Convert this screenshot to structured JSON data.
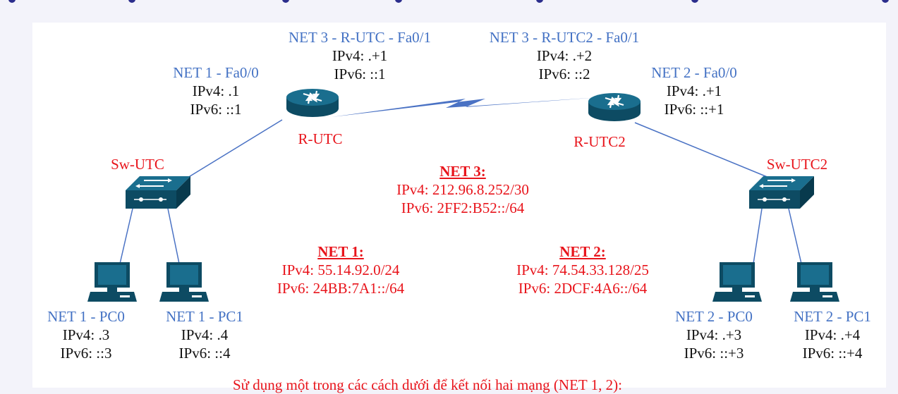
{
  "colors": {
    "label_blue": "#4472c4",
    "device_red": "#e8141b",
    "device_body": "#11546e",
    "link": "#4a72c4"
  },
  "interfaces": {
    "net1_fa00": {
      "title": "NET 1 - Fa0/0",
      "ipv4": "IPv4: .1",
      "ipv6": "IPv6: ::1"
    },
    "net3_rutc_fa01": {
      "title": "NET 3 - R-UTC - Fa0/1",
      "ipv4": "IPv4: .+1",
      "ipv6": "IPv6: ::1"
    },
    "net3_rutc2_fa01": {
      "title": "NET 3 - R-UTC2 - Fa0/1",
      "ipv4": "IPv4: .+2",
      "ipv6": "IPv6: ::2"
    },
    "net2_fa00": {
      "title": "NET 2 - Fa0/0",
      "ipv4": "IPv4: .+1",
      "ipv6": "IPv6: ::+1"
    }
  },
  "devices": {
    "router1": {
      "name": "R-UTC",
      "icon": "router-icon"
    },
    "router2": {
      "name": "R-UTC2",
      "icon": "router-icon"
    },
    "switch1": {
      "name": "Sw-UTC",
      "icon": "switch-icon"
    },
    "switch2": {
      "name": "Sw-UTC2",
      "icon": "switch-icon"
    }
  },
  "pcs": {
    "net1_pc0": {
      "title": "NET 1 - PC0",
      "ipv4": "IPv4: .3",
      "ipv6": "IPv6: ::3"
    },
    "net1_pc1": {
      "title": "NET 1 - PC1",
      "ipv4": "IPv4: .4",
      "ipv6": "IPv6: ::4"
    },
    "net2_pc0": {
      "title": "NET 2 - PC0",
      "ipv4": "IPv4: .+3",
      "ipv6": "IPv6: ::+3"
    },
    "net2_pc1": {
      "title": "NET 2 - PC1",
      "ipv4": "IPv4: .+4",
      "ipv6": "IPv6: ::+4"
    }
  },
  "networks": {
    "net3": {
      "title": "NET 3:",
      "ipv4": "IPv4: 212.96.8.252/30",
      "ipv6": "IPv6: 2FF2:B52::/64"
    },
    "net1": {
      "title": "NET 1:",
      "ipv4": "IPv4: 55.14.92.0/24",
      "ipv6": "IPv6: 24BB:7A1::/64"
    },
    "net2": {
      "title": "NET 2:",
      "ipv4": "IPv4: 74.54.33.128/25",
      "ipv6": "IPv6: 2DCF:4A6::/64"
    }
  },
  "footer_text": "Sử dụng một trong các cách dưới để kết nối hai mạng (NET 1, 2):"
}
